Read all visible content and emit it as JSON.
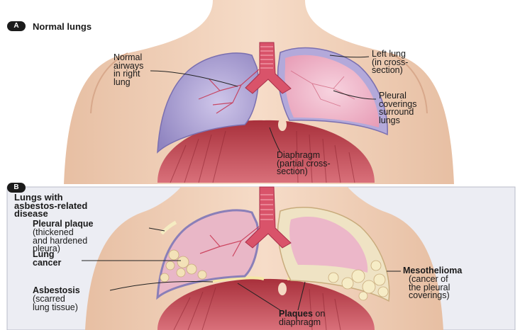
{
  "panel_a": {
    "badge": "A",
    "title": "Normal lungs",
    "labels": {
      "normal_airways": "Normal\nairways\nin right\nlung",
      "left_lung": "Left lung\n(in cross-\nsection)",
      "pleural_coverings": "Pleural\ncoverings\nsurround\nlungs",
      "diaphragm": "Diaphragm\n(partial cross-\nsection)"
    }
  },
  "panel_b": {
    "badge": "B",
    "title": "Lungs with\nasbestos-related\ndisease",
    "pleural_plaque_title": "Pleural plaque",
    "pleural_plaque_desc": "(thickened\nand hardened\npleura)",
    "lung_cancer": "Lung\ncancer",
    "asbestosis_title": "Asbestosis",
    "asbestosis_desc": "(scarred\nlung tissue)",
    "mesothelioma_title": "Mesothelioma",
    "mesothelioma_desc": "(cancer of\nthe pleural\ncoverings)",
    "plaques_title": "Plaques",
    "plaques_on": " on",
    "plaques_desc": "diaphragm"
  },
  "colors": {
    "skin": "#f4d8c2",
    "skin_shadow": "#e4b89b",
    "lung_purple": "#b9aed8",
    "lung_pink": "#f2bfd0",
    "trachea": "#d9536a",
    "diaphragm": "#c2454e",
    "panel_b_bg": "#ecedf3"
  }
}
